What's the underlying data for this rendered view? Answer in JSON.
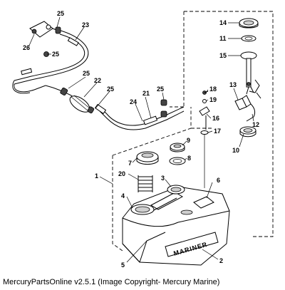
{
  "caption": "MercuryPartsOnline v2.5.1 (Image Copyright- Mercury Marine)",
  "brand": "MARINER",
  "callouts": [
    {
      "id": "c25a",
      "text": "25"
    },
    {
      "id": "c23",
      "text": "23"
    },
    {
      "id": "c26",
      "text": "26"
    },
    {
      "id": "c25b",
      "text": "25"
    },
    {
      "id": "c25c",
      "text": "25"
    },
    {
      "id": "c22",
      "text": "22"
    },
    {
      "id": "c25d",
      "text": "25"
    },
    {
      "id": "c21",
      "text": "21"
    },
    {
      "id": "c25e",
      "text": "25"
    },
    {
      "id": "c24",
      "text": "24"
    },
    {
      "id": "c14",
      "text": "14"
    },
    {
      "id": "c11",
      "text": "11"
    },
    {
      "id": "c15",
      "text": "15"
    },
    {
      "id": "c13",
      "text": "13"
    },
    {
      "id": "c18",
      "text": "18"
    },
    {
      "id": "c19",
      "text": "19"
    },
    {
      "id": "c16",
      "text": "16"
    },
    {
      "id": "c17",
      "text": "17"
    },
    {
      "id": "c12",
      "text": "12"
    },
    {
      "id": "c10",
      "text": "10"
    },
    {
      "id": "c9",
      "text": "9"
    },
    {
      "id": "c8",
      "text": "8"
    },
    {
      "id": "c7",
      "text": "7"
    },
    {
      "id": "c1",
      "text": "1"
    },
    {
      "id": "c20",
      "text": "20"
    },
    {
      "id": "c3",
      "text": "3"
    },
    {
      "id": "c6",
      "text": "6"
    },
    {
      "id": "c4",
      "text": "4"
    },
    {
      "id": "c5",
      "text": "5"
    },
    {
      "id": "c2",
      "text": "2"
    }
  ]
}
